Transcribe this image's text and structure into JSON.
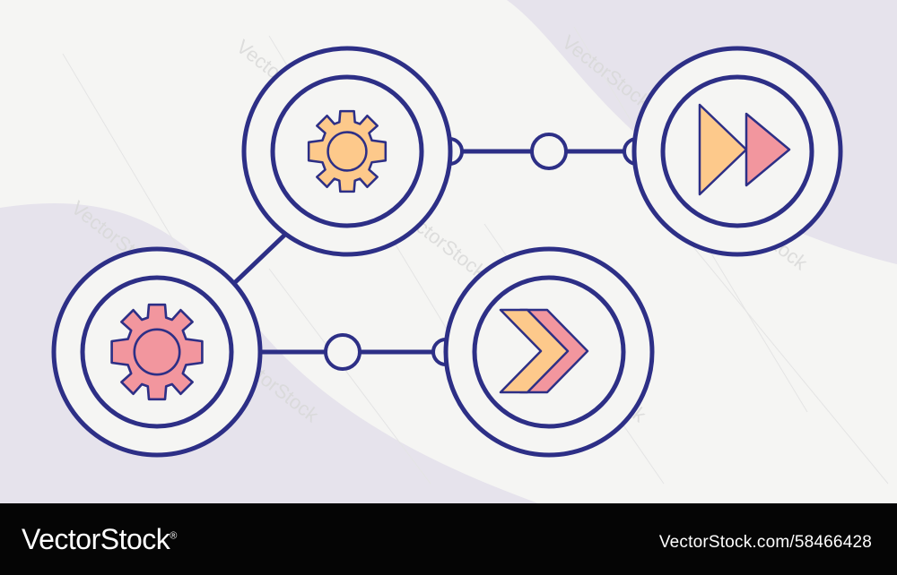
{
  "colors": {
    "background": "#f5f5f3",
    "blob": "#e6e3ec",
    "stroke": "#2d2f86",
    "node_fill": "#f5f5f3",
    "gear_orange": "#fdc98b",
    "gear_pink": "#f2969e",
    "footer_bg": "#050505",
    "footer_text": "#ffffff"
  },
  "nodes": [
    {
      "id": "gear-orange",
      "icon": "gear-icon",
      "fill": "#fdc98b"
    },
    {
      "id": "gear-pink",
      "icon": "gear-icon",
      "fill": "#f2969e"
    },
    {
      "id": "fast-forward",
      "icon": "fast-forward-icon",
      "fills": [
        "#fdc98b",
        "#f2969e"
      ]
    },
    {
      "id": "double-chevron",
      "icon": "double-chevron-right-icon",
      "fills": [
        "#f2969e",
        "#fdc98b"
      ]
    }
  ],
  "connectors": [
    {
      "from": "gear-pink",
      "to": "gear-orange"
    },
    {
      "from": "gear-orange",
      "to": "fast-forward",
      "midpoints": 3
    },
    {
      "from": "gear-pink",
      "to": "double-chevron",
      "midpoints": 2
    }
  ],
  "watermark": "VectorStock",
  "footer": {
    "brand": "VectorStock",
    "brand_mark": "®",
    "stock_id": "VectorStock.com/58466428"
  }
}
